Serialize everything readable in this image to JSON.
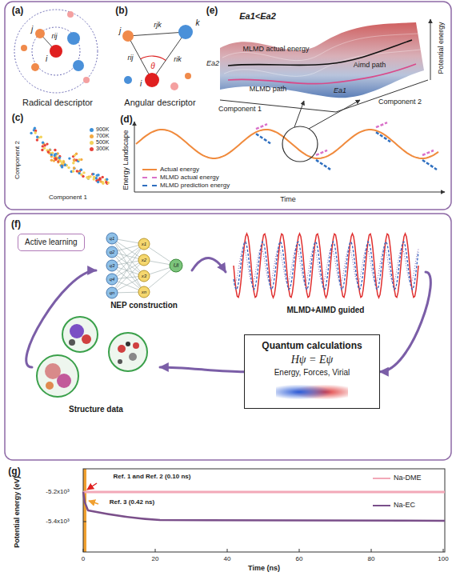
{
  "diagram": {
    "nodes": [
      {
        "text": [
          "Active learning"
        ]
      },
      {
        "text": [
          "NEP construction"
        ]
      },
      {
        "text": [
          "MLMD+AIMD guided"
        ]
      },
      {
        "text": [
          "Quantum calculations",
          "Hψ = Eψ",
          "Energy, Forces, Virial"
        ]
      },
      {
        "text": [
          "Structure data"
        ]
      }
    ],
    "edges": [
      {
        "from": 1,
        "to": 2,
        "arrow": "to"
      },
      {
        "from": 2,
        "to": 3,
        "arrow": "to"
      },
      {
        "from": 3,
        "to": 4,
        "arrow": "to"
      },
      {
        "from": 4,
        "to": 1,
        "arrow": "to"
      }
    ],
    "labels": [
      "(a)",
      "j",
      "i",
      "rij",
      "Radical descriptor",
      "(b)",
      "j",
      "k",
      "rjk",
      "rij",
      "rik",
      "θ",
      "i",
      "Angular descriptor",
      "(e)",
      "Ea1<Ea2",
      "MLMD actual energy",
      "Ea2",
      "Aimd path",
      "MLMD path",
      "Ea1",
      "Potential energy",
      "Component 1",
      "Component 2",
      "(c)",
      "Component 2",
      "Component 1",
      "(d)",
      "Energy Landscape",
      "Time",
      "(f)",
      "q1",
      "q2",
      "q3",
      "q4",
      "qn",
      "x1",
      "x2",
      "x3",
      "xn",
      "Ui",
      "(g)",
      "Potential energy (eV)",
      "-5.2x10³",
      "-5.4x10³",
      "0",
      "20",
      "40",
      "60",
      "80",
      "100",
      "Time (ns)",
      "Ref. 1 and Ref. 2 (0.10 ns)",
      "Ref. 3 (0.42 ns)"
    ],
    "legend": [
      {
        "text": "900K",
        "color": "#3a8fd8"
      },
      {
        "text": "700K",
        "color": "#f4a940"
      },
      {
        "text": "500K",
        "color": "#f3d35a"
      },
      {
        "text": "300K",
        "color": "#e8423a"
      },
      {
        "text": "Actual energy"
      },
      {
        "text": "MLMD actual energy"
      },
      {
        "text": "MLMD prediction energy"
      },
      {
        "text": "Na-DME"
      },
      {
        "text": "Na-EC"
      }
    ]
  }
}
